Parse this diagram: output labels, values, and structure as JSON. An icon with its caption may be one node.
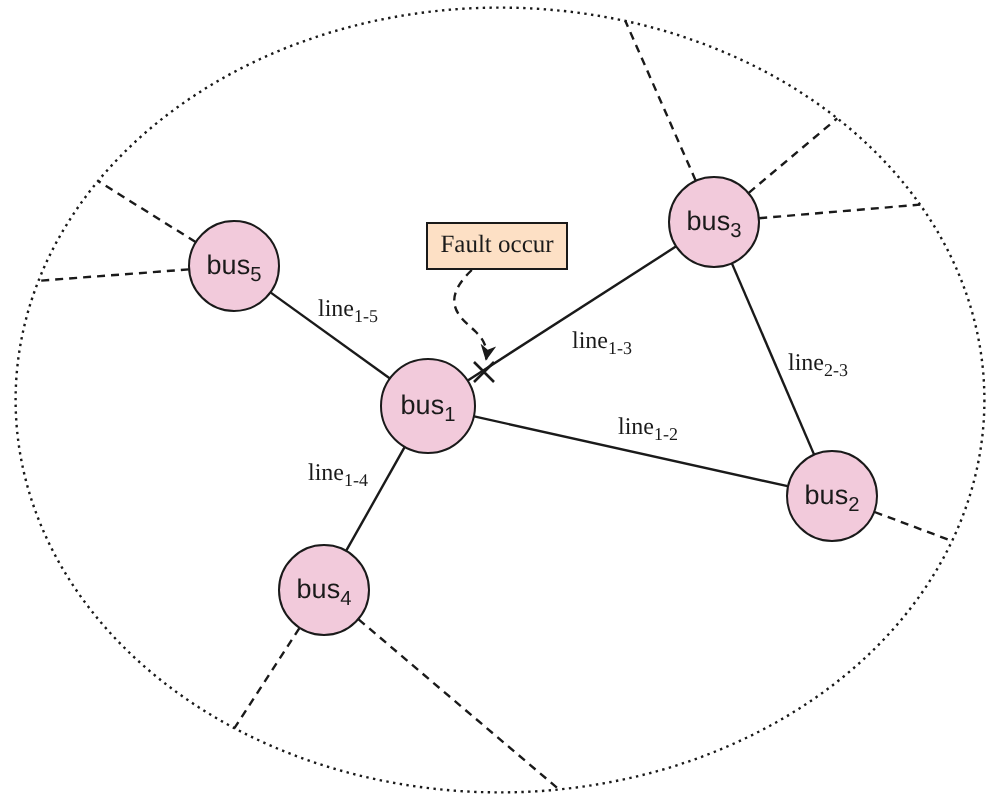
{
  "diagram": {
    "nodes": [
      {
        "text": [],
        "shape": "ellipse"
      },
      {
        "text": [
          "bus$_{5}$"
        ],
        "in": 0
      },
      {
        "text": [
          "Fault occur"
        ],
        "in": 0
      },
      {
        "text": [
          "bus$_{3}$"
        ],
        "in": 0
      },
      {
        "text": [],
        "shape": "cross",
        "in": 0
      },
      {
        "text": [
          "bus$_{1}$"
        ],
        "in": 0
      },
      {
        "text": [
          "bus$_{2}$"
        ],
        "in": 0
      },
      {
        "text": [
          "bus$_{4}$"
        ],
        "in": 0
      }
    ],
    "edges": [
      {
        "from": 5,
        "to": 1,
        "arrow": "none",
        "label": "line$_{1-5}$"
      },
      {
        "from": 5,
        "to": 3,
        "arrow": "none",
        "label": "line$_{1-3}$"
      },
      {
        "from": 5,
        "to": 6,
        "arrow": "none",
        "label": "line$_{1-2}$"
      },
      {
        "from": 5,
        "to": 7,
        "arrow": "none",
        "label": "line$_{1-4}$"
      },
      {
        "from": 6,
        "to": 3,
        "arrow": "none",
        "label": "line$_{2-3}$"
      },
      {
        "from": 2,
        "to": 4,
        "arrow": "to",
        "style": "dashed"
      },
      {
        "from": 1,
        "to": 0,
        "arrow": "none",
        "style": "dashed"
      },
      {
        "from": 1,
        "to": 0,
        "arrow": "none",
        "style": "dashed"
      },
      {
        "from": 3,
        "to": 0,
        "arrow": "none",
        "style": "dashed"
      },
      {
        "from": 3,
        "to": 0,
        "arrow": "none",
        "style": "dashed"
      },
      {
        "from": 3,
        "to": 0,
        "arrow": "none",
        "style": "dashed"
      },
      {
        "from": 6,
        "to": 0,
        "arrow": "none",
        "style": "dashed"
      },
      {
        "from": 7,
        "to": 0,
        "arrow": "none",
        "style": "dashed"
      },
      {
        "from": 7,
        "to": 0,
        "arrow": "none",
        "style": "dashed"
      }
    ]
  }
}
